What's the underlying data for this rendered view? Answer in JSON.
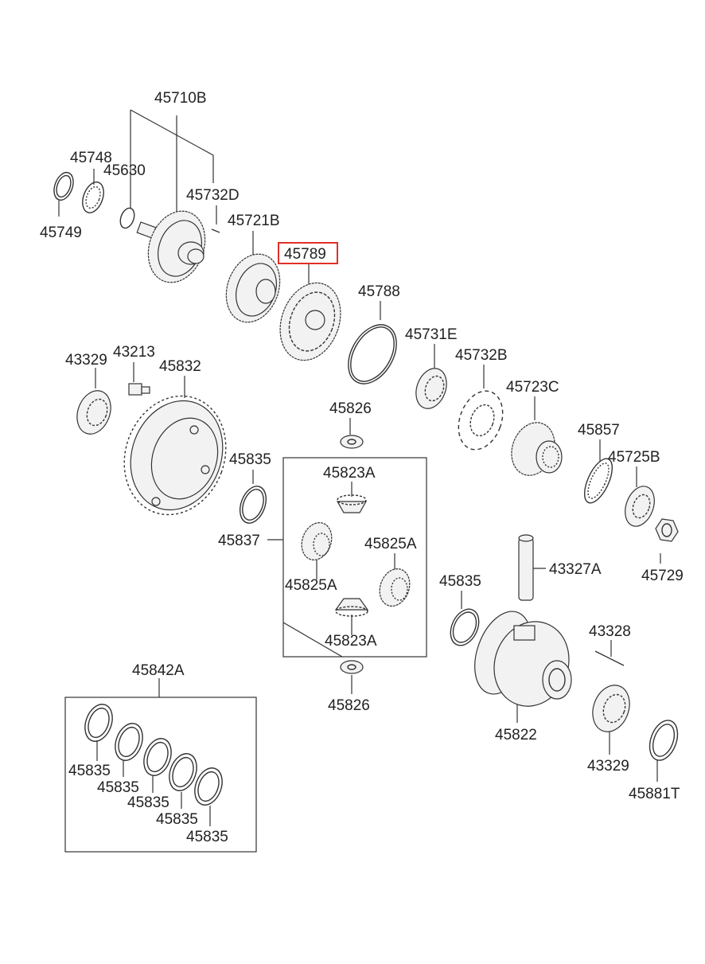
{
  "highlight_color": "#e0302a",
  "labels": {
    "p45710B": "45710B",
    "p45748": "45748",
    "p45630": "45630",
    "p45732D": "45732D",
    "p45749": "45749",
    "p45721B": "45721B",
    "p45789": "45789",
    "p45788": "45788",
    "p45731E": "45731E",
    "p45732B": "45732B",
    "p45723C": "45723C",
    "p43329a": "43329",
    "p43213": "43213",
    "p45832": "45832",
    "p45826a": "45826",
    "p45857": "45857",
    "p45725B": "45725B",
    "p45835a": "45835",
    "p45823Aa": "45823A",
    "p45837": "45837",
    "p45825Aa": "45825A",
    "p45729": "45729",
    "p43327A": "43327A",
    "p45825Ab": "45825A",
    "p45835b": "45835",
    "p45823Ab": "45823A",
    "p43328": "43328",
    "p45826b": "45826",
    "p45842A": "45842A",
    "p45822": "45822",
    "p43329b": "43329",
    "p45881T": "45881T",
    "p45835c": "45835",
    "p45835d": "45835",
    "p45835e": "45835",
    "p45835f": "45835",
    "p45835g": "45835"
  }
}
